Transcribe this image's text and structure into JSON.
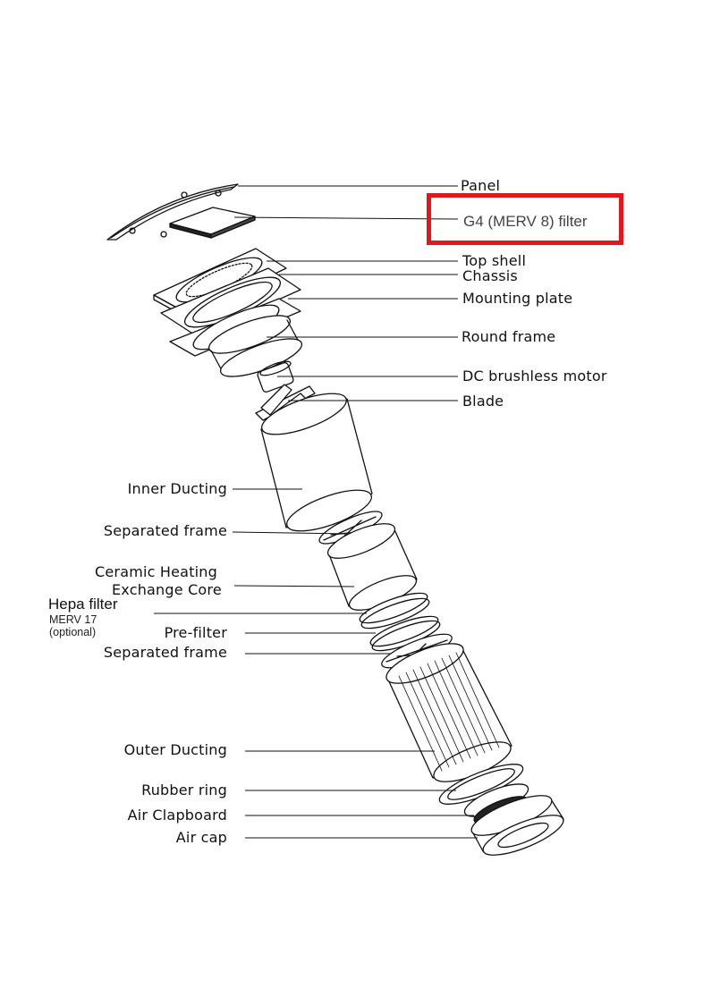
{
  "callouts_right": {
    "panel": "Panel",
    "filter_g4": "G4 (MERV 8) filter",
    "top_shell": "Top shell",
    "chassis": "Chassis",
    "mounting_plate": "Mounting plate",
    "round_frame": "Round frame",
    "motor": "DC brushless motor",
    "blade": "Blade"
  },
  "callouts_left": {
    "inner_ducting": "Inner Ducting",
    "separated_frame_1": "Separated frame",
    "ceramic_line1": "Ceramic Heating",
    "ceramic_line2": "Exchange Core",
    "hepa_title": "Hepa filter",
    "hepa_line1": "MERV 17",
    "hepa_line2": "(optional)",
    "pre_filter": "Pre-filter",
    "separated_frame_2": "Separated frame",
    "outer_ducting": "Outer Ducting",
    "rubber_ring": "Rubber ring",
    "air_clapboard": "Air Clapboard",
    "air_cap": "Air cap"
  },
  "highlight_color": "#e3161c"
}
